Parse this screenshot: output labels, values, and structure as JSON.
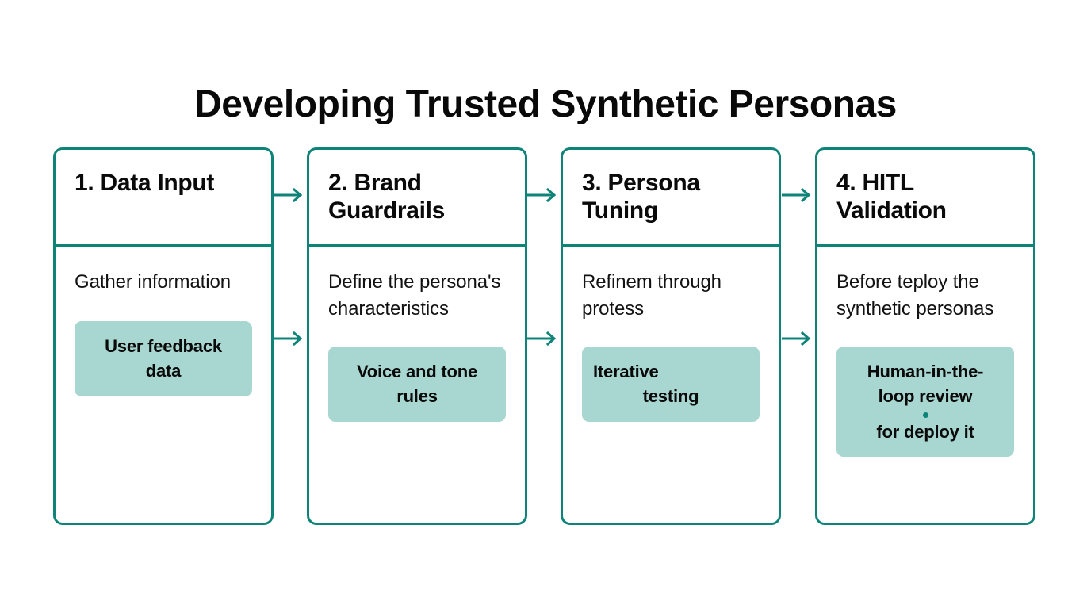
{
  "title": "Developing Trusted Synthetic Personas",
  "theme": {
    "border_teal": "#0e8377",
    "chip_background": "#a8d6d0",
    "text_black": "#0a0a0a",
    "page_background": "#ffffff"
  },
  "cards": [
    {
      "header": "1. Data Input",
      "description": "Gather information",
      "chip": {
        "line1": "User feedback",
        "line2": "data",
        "line3": null,
        "dot": false
      }
    },
    {
      "header": "2. Brand Guardrails",
      "description": "Define the persona's characteristics",
      "chip": {
        "line1": "Voice and tone",
        "line2": "rules",
        "line3": null,
        "dot": false
      }
    },
    {
      "header": "3. Persona Tuning",
      "description": "Refinem through protess",
      "chip": {
        "line1": "Iterative",
        "line2": "testing",
        "line3": null,
        "dot": false
      }
    },
    {
      "header": "4. HITL Validation",
      "description": "Before teploy the synthetic personas",
      "chip": {
        "line1": "Human-in-the-",
        "line2": "loop review",
        "line3": "for deploy it",
        "dot": true
      }
    }
  ],
  "connectors": [
    {
      "name": "arrow-card1-to-card2-top",
      "icon": "arrow-right-icon"
    },
    {
      "name": "arrow-card1-to-card2-bottom",
      "icon": "arrow-right-icon"
    },
    {
      "name": "arrow-card2-to-card3-top",
      "icon": "arrow-right-icon"
    },
    {
      "name": "arrow-card2-to-card3-bottom",
      "icon": "arrow-right-icon"
    },
    {
      "name": "arrow-card3-to-card4-top",
      "icon": "arrow-right-icon"
    },
    {
      "name": "arrow-card3-to-card4-bottom",
      "icon": "arrow-right-icon"
    }
  ]
}
